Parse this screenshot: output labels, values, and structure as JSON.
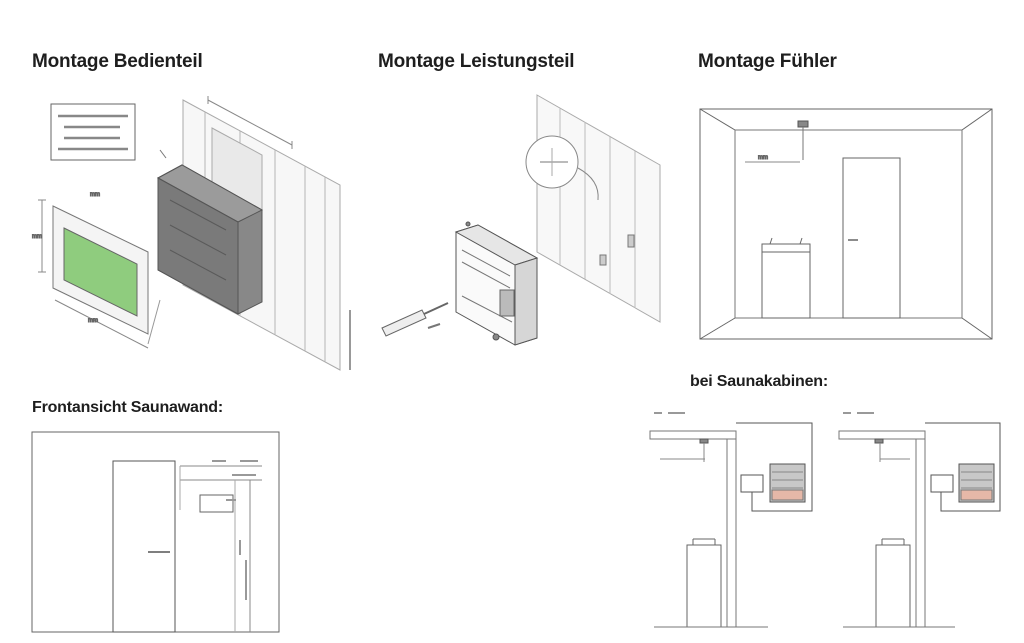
{
  "headings": {
    "bedienteil": "Montage Bedienteil",
    "leistungsteil": "Montage Leistungsteil",
    "fuehler": "Montage Fühler",
    "frontansicht": "Frontansicht Saunawand:",
    "saunakabinen": "bei Saunakabinen:"
  },
  "colors": {
    "screen": "#8fcc7e",
    "housing": "#7c7c7c",
    "line": "#555555",
    "light_line": "#9a9a9a"
  }
}
